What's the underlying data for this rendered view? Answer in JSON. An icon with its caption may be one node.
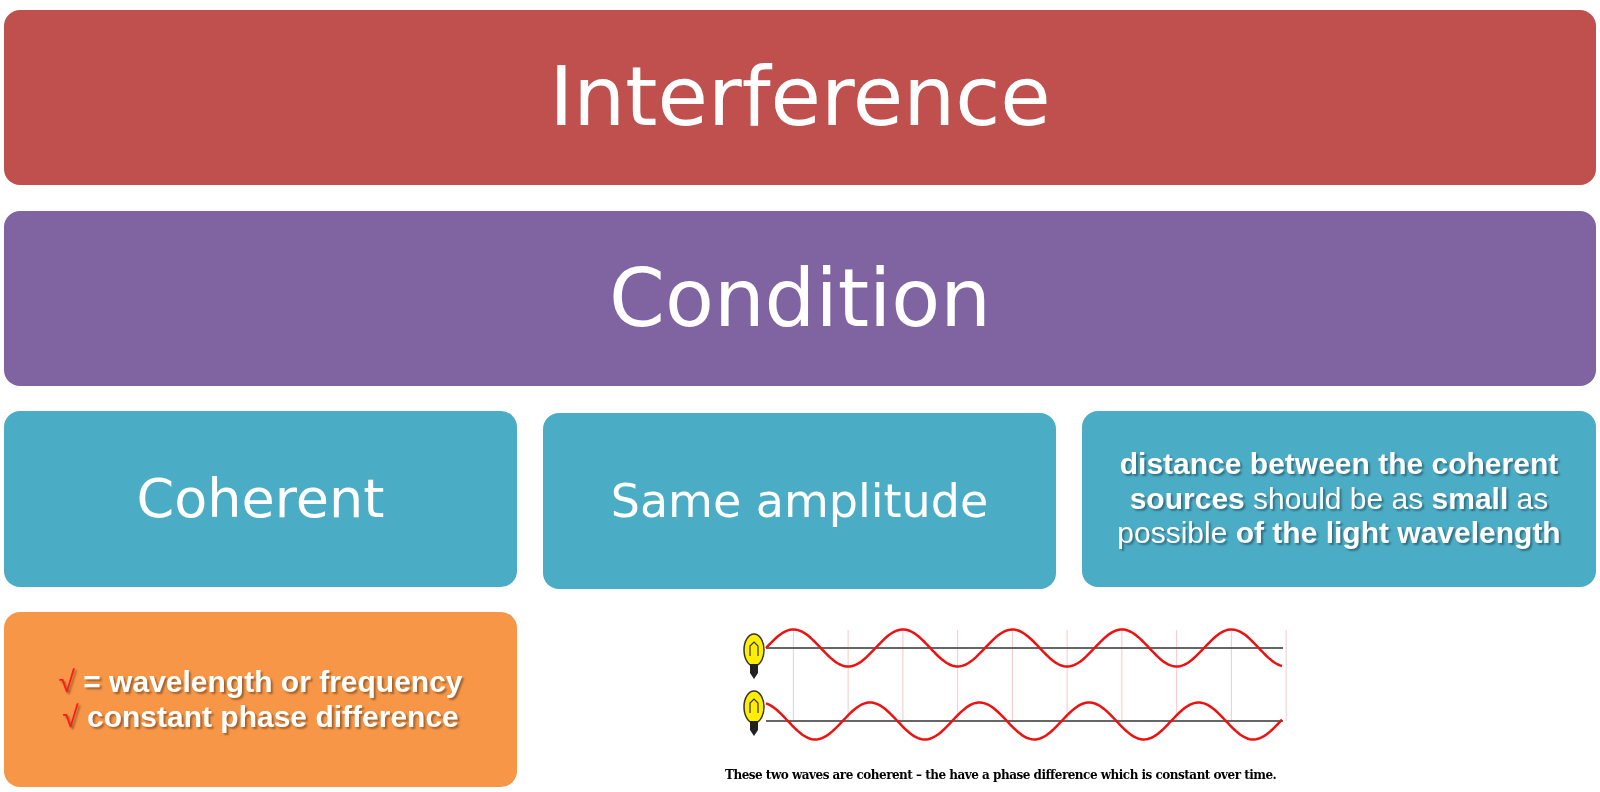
{
  "diagram": {
    "nodes": [
      {
        "text": [
          "Interference"
        ]
      },
      {
        "text": [
          "Condition"
        ]
      },
      {
        "text": [
          "Coherent"
        ]
      },
      {
        "text": [
          "Same amplitude"
        ]
      },
      {
        "text": [
          "**distance between the coherent sources** should be as **small** as possible **of the light wavelength**"
        ]
      },
      {
        "text": [
          "√ = wavelength or frequency",
          "√ constant phase difference"
        ]
      }
    ],
    "labels": [
      "These two waves are coherent – the have a phase difference which is constant over time."
    ]
  }
}
